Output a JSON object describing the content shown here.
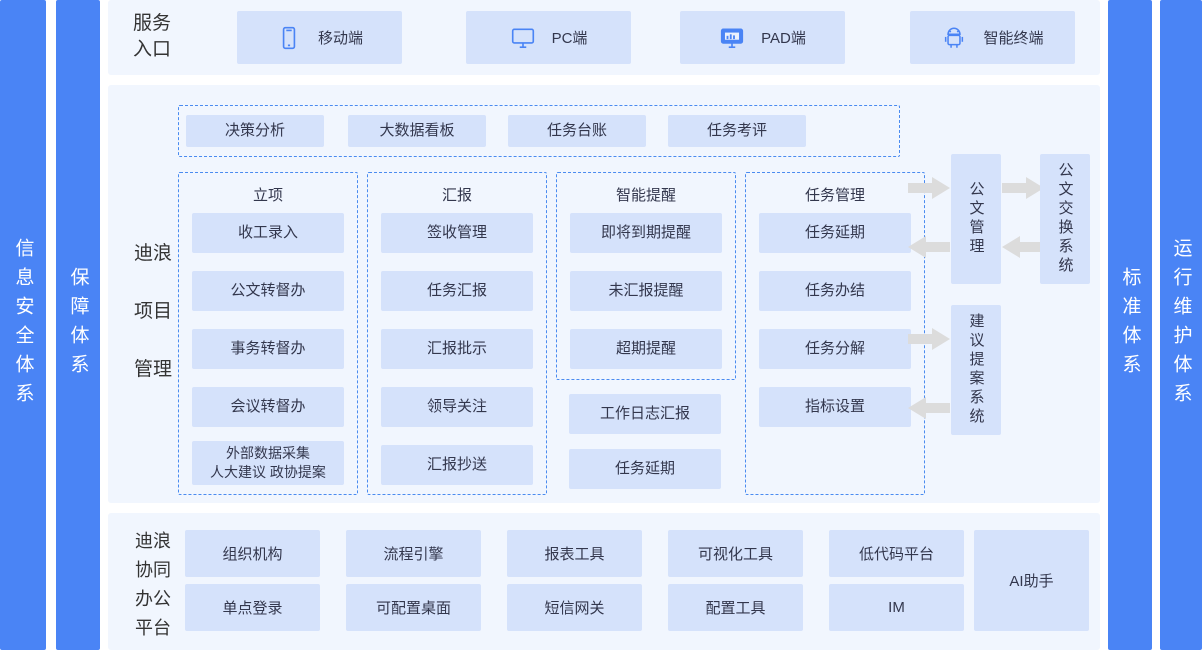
{
  "side_bars": {
    "left": [
      {
        "name": "info-security-system",
        "label": "信息安全体系"
      },
      {
        "name": "guarantee-system",
        "label": "保障体系"
      }
    ],
    "right": [
      {
        "name": "standard-system",
        "label": "标准体系"
      },
      {
        "name": "ops-maintenance-system",
        "label": "运行维护体系"
      }
    ]
  },
  "service_entry": {
    "label": "服务\n入口",
    "cards": [
      {
        "icon": "mobile-phone-icon",
        "label": "移动端"
      },
      {
        "icon": "desktop-monitor-icon",
        "label": "PC端"
      },
      {
        "icon": "pad-chart-monitor-icon",
        "label": "PAD端"
      },
      {
        "icon": "android-robot-icon",
        "label": "智能终端"
      }
    ]
  },
  "middle": {
    "label": "迪浪\n项目\n管理",
    "top_row": [
      "决策分析",
      "大数据看板",
      "任务台账",
      "任务考评"
    ],
    "columns": [
      {
        "name": "project-initiation",
        "head": "立项",
        "items": [
          "收工录入",
          "公文转督办",
          "事务转督办",
          "会议转督办",
          "外部数据采集\n人大建议   政协提案"
        ]
      },
      {
        "name": "reporting",
        "head": "汇报",
        "items": [
          "签收管理",
          "任务汇报",
          "汇报批示",
          "领导关注",
          "汇报抄送"
        ]
      },
      {
        "name": "smart-reminder",
        "head": "智能提醒",
        "items": [
          "即将到期提醒",
          "未汇报提醒",
          "超期提醒"
        ],
        "outside_items": [
          "工作日志汇报",
          "任务延期"
        ]
      },
      {
        "name": "task-management",
        "head": "任务管理",
        "items": [
          "任务延期",
          "任务办结",
          "任务分解",
          "指标设置"
        ]
      }
    ],
    "systems": [
      {
        "name": "document-management",
        "label": "公文管理"
      },
      {
        "name": "document-exchange-system",
        "label": "公文交换系统"
      },
      {
        "name": "proposal-suggestion-system",
        "label": "建议提案系统"
      }
    ]
  },
  "platform": {
    "label": "迪浪\n协同\n办公\n平台",
    "rows": [
      [
        "组织机构",
        "流程引擎",
        "报表工具",
        "可视化工具",
        "低代码平台"
      ],
      [
        "单点登录",
        "可配置桌面",
        "短信网关",
        "配置工具",
        "IM"
      ]
    ],
    "tall_chip": "AI助手"
  },
  "colors": {
    "brand_blue": "#4a84f5",
    "chip_fill": "#d5e2fb",
    "panel_bg": "#f1f6fe",
    "dash_border": "#4a8bf0",
    "arrow_gray": "#dcdcdc"
  }
}
